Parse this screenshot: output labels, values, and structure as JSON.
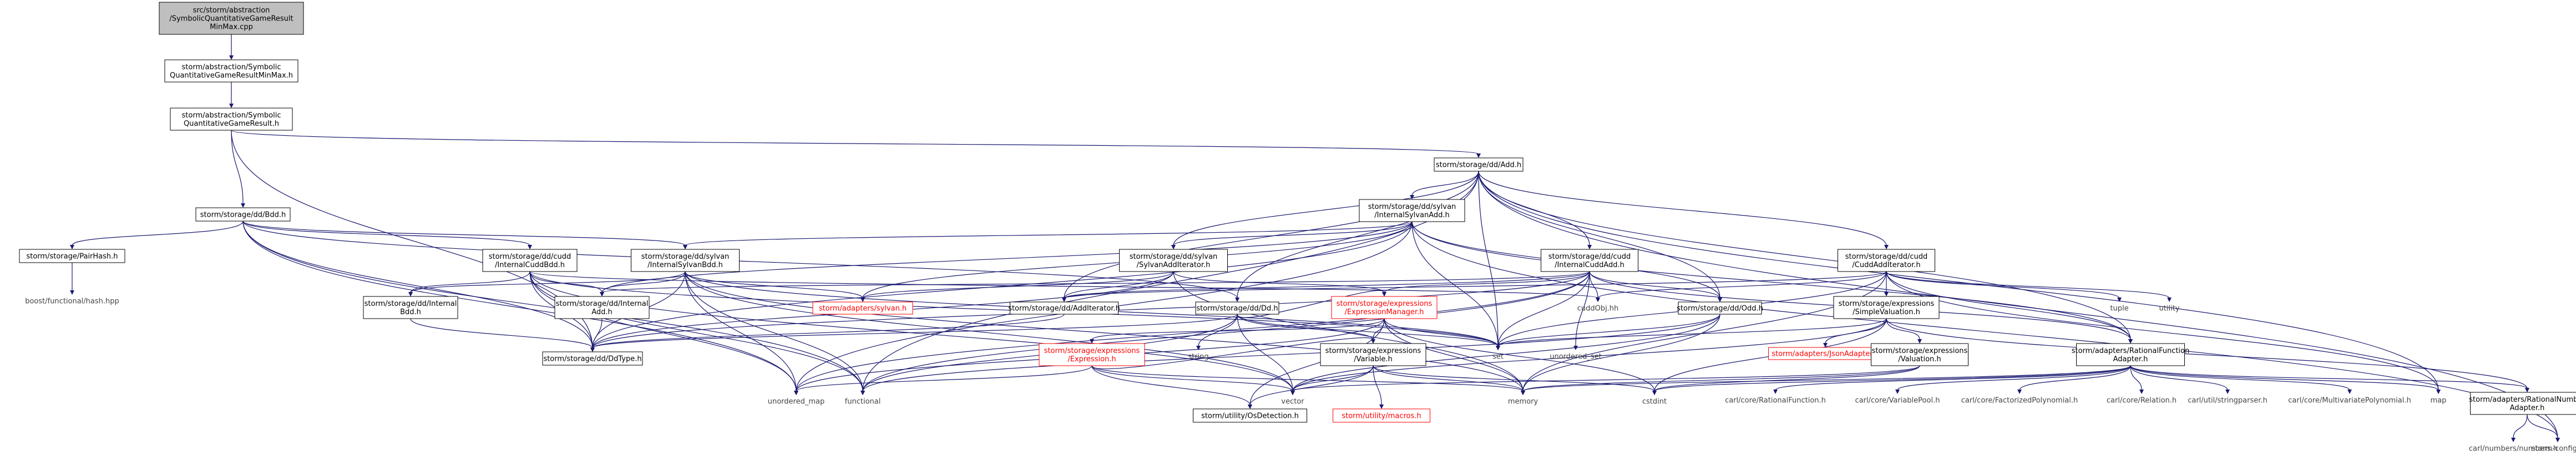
{
  "nodes": [
    {
      "id": "root",
      "kind": "root",
      "lines": [
        "src/storm/abstraction",
        "/SymbolicQuantitativeGameResult",
        "MinMax.cpp"
      ]
    },
    {
      "id": "minmaxh",
      "kind": "norm",
      "lines": [
        "storm/abstraction/Symbolic",
        "QuantitativeGameResultMinMax.h"
      ]
    },
    {
      "id": "qgrh",
      "kind": "norm",
      "lines": [
        "storm/abstraction/Symbolic",
        "QuantitativeGameResult.h"
      ]
    },
    {
      "id": "add",
      "kind": "norm",
      "lines": [
        "storm/storage/dd/Add.h"
      ]
    },
    {
      "id": "bdd",
      "kind": "norm",
      "lines": [
        "storm/storage/dd/Bdd.h"
      ]
    },
    {
      "id": "sylvanadd",
      "kind": "norm",
      "lines": [
        "storm/storage/dd/sylvan",
        "/InternalSylvanAdd.h"
      ]
    },
    {
      "id": "pairhash",
      "kind": "norm",
      "lines": [
        "storm/storage/PairHash.h"
      ]
    },
    {
      "id": "boosthash",
      "kind": "plain",
      "lines": [
        "boost/functional/hash.hpp"
      ]
    },
    {
      "id": "cuddbdd",
      "kind": "norm",
      "lines": [
        "storm/storage/dd/cudd",
        "/InternalCuddBdd.h"
      ]
    },
    {
      "id": "sylvanbdd",
      "kind": "norm",
      "lines": [
        "storm/storage/dd/sylvan",
        "/InternalSylvanBdd.h"
      ]
    },
    {
      "id": "sylvanaddit",
      "kind": "norm",
      "lines": [
        "storm/storage/dd/sylvan",
        "/SylvanAddIterator.h"
      ]
    },
    {
      "id": "cuddadd",
      "kind": "norm",
      "lines": [
        "storm/storage/dd/cudd",
        "/InternalCuddAdd.h"
      ]
    },
    {
      "id": "cuddaddit",
      "kind": "norm",
      "lines": [
        "storm/storage/dd/cudd",
        "/CuddAddIterator.h"
      ]
    },
    {
      "id": "internalbdd",
      "kind": "norm",
      "lines": [
        "storm/storage/dd/Internal",
        "Bdd.h"
      ]
    },
    {
      "id": "internaladd",
      "kind": "norm",
      "lines": [
        "storm/storage/dd/Internal",
        "Add.h"
      ]
    },
    {
      "id": "adapsylvan",
      "kind": "red",
      "lines": [
        "storm/adapters/sylvan.h"
      ]
    },
    {
      "id": "additer",
      "kind": "norm",
      "lines": [
        "storm/storage/dd/AddIterator.h"
      ]
    },
    {
      "id": "ddh",
      "kind": "norm",
      "lines": [
        "storm/storage/dd/Dd.h"
      ]
    },
    {
      "id": "exprmgr",
      "kind": "red",
      "lines": [
        "storm/storage/expressions",
        "/ExpressionManager.h"
      ]
    },
    {
      "id": "cuddobj",
      "kind": "plain",
      "lines": [
        "cuddObj.hh"
      ]
    },
    {
      "id": "odd",
      "kind": "norm",
      "lines": [
        "storm/storage/dd/Odd.h"
      ]
    },
    {
      "id": "simpleval",
      "kind": "norm",
      "lines": [
        "storm/storage/expressions",
        "/SimpleValuation.h"
      ]
    },
    {
      "id": "tuple",
      "kind": "plain",
      "lines": [
        "tuple"
      ]
    },
    {
      "id": "utility",
      "kind": "plain",
      "lines": [
        "utility"
      ]
    },
    {
      "id": "string",
      "kind": "plain",
      "lines": [
        "string"
      ]
    },
    {
      "id": "set",
      "kind": "plain",
      "lines": [
        "set"
      ]
    },
    {
      "id": "uset",
      "kind": "plain",
      "lines": [
        "unordered_set"
      ]
    },
    {
      "id": "jsonadapter",
      "kind": "red",
      "lines": [
        "storm/adapters/JsonAdapter.h"
      ]
    },
    {
      "id": "ddtype",
      "kind": "norm",
      "lines": [
        "storm/storage/dd/DdType.h"
      ]
    },
    {
      "id": "expression",
      "kind": "red",
      "lines": [
        "storm/storage/expressions",
        "/Expression.h"
      ]
    },
    {
      "id": "variable",
      "kind": "norm",
      "lines": [
        "storm/storage/expressions",
        "/Variable.h"
      ]
    },
    {
      "id": "valuation",
      "kind": "norm",
      "lines": [
        "storm/storage/expressions",
        "/Valuation.h"
      ]
    },
    {
      "id": "ratfunc",
      "kind": "norm",
      "lines": [
        "storm/adapters/RationalFunction",
        "Adapter.h"
      ]
    },
    {
      "id": "umap",
      "kind": "plain",
      "lines": [
        "unordered_map"
      ]
    },
    {
      "id": "functional",
      "kind": "plain",
      "lines": [
        "functional"
      ]
    },
    {
      "id": "vector",
      "kind": "plain",
      "lines": [
        "vector"
      ]
    },
    {
      "id": "memory",
      "kind": "plain",
      "lines": [
        "memory"
      ]
    },
    {
      "id": "cstdint",
      "kind": "plain",
      "lines": [
        "cstdint"
      ]
    },
    {
      "id": "osdetect",
      "kind": "norm",
      "lines": [
        "storm/utility/OsDetection.h"
      ]
    },
    {
      "id": "macros",
      "kind": "red",
      "lines": [
        "storm/utility/macros.h"
      ]
    },
    {
      "id": "cratfunc",
      "kind": "plain",
      "lines": [
        "carl/core/RationalFunction.h"
      ]
    },
    {
      "id": "cvarpool",
      "kind": "plain",
      "lines": [
        "carl/core/VariablePool.h"
      ]
    },
    {
      "id": "cfactpoly",
      "kind": "plain",
      "lines": [
        "carl/core/FactorizedPolynomial.h"
      ]
    },
    {
      "id": "crelation",
      "kind": "plain",
      "lines": [
        "carl/core/Relation.h"
      ]
    },
    {
      "id": "cstrparser",
      "kind": "plain",
      "lines": [
        "carl/util/stringparser.h"
      ]
    },
    {
      "id": "cmultipoly",
      "kind": "plain",
      "lines": [
        "carl/core/MultivariatePolynomial.h"
      ]
    },
    {
      "id": "map",
      "kind": "plain",
      "lines": [
        "map"
      ]
    },
    {
      "id": "ratnum",
      "kind": "norm",
      "lines": [
        "storm/adapters/RationalNumber",
        "Adapter.h"
      ]
    },
    {
      "id": "carlnum",
      "kind": "plain",
      "lines": [
        "carl/numbers/numbers.h"
      ]
    },
    {
      "id": "stormconfig",
      "kind": "plain",
      "lines": [
        "storm-config.h"
      ]
    }
  ],
  "edges": [
    [
      "root",
      "minmaxh"
    ],
    [
      "minmaxh",
      "qgrh"
    ],
    [
      "qgrh",
      "add"
    ],
    [
      "qgrh",
      "bdd"
    ],
    [
      "qgrh",
      "ddtype"
    ],
    [
      "add",
      "sylvanadd"
    ],
    [
      "add",
      "cuddadd"
    ],
    [
      "add",
      "cuddaddit"
    ],
    [
      "add",
      "sylvanaddit"
    ],
    [
      "add",
      "odd"
    ],
    [
      "add",
      "ddh"
    ],
    [
      "add",
      "ratfunc"
    ],
    [
      "add",
      "map"
    ],
    [
      "add",
      "stormconfig"
    ],
    [
      "add",
      "functional"
    ],
    [
      "add",
      "additer"
    ],
    [
      "add",
      "set"
    ],
    [
      "bdd",
      "pairhash"
    ],
    [
      "bdd",
      "cuddbdd"
    ],
    [
      "bdd",
      "sylvanbdd"
    ],
    [
      "bdd",
      "ddh"
    ],
    [
      "bdd",
      "ddtype"
    ],
    [
      "bdd",
      "functional"
    ],
    [
      "bdd",
      "umap"
    ],
    [
      "pairhash",
      "boosthash"
    ],
    [
      "sylvanadd",
      "sylvanbdd"
    ],
    [
      "sylvanadd",
      "sylvanaddit"
    ],
    [
      "sylvanadd",
      "internaladd"
    ],
    [
      "sylvanadd",
      "adapsylvan"
    ],
    [
      "sylvanadd",
      "odd"
    ],
    [
      "sylvanadd",
      "set"
    ],
    [
      "sylvanadd",
      "ddtype"
    ],
    [
      "sylvanadd",
      "umap"
    ],
    [
      "sylvanadd",
      "ratfunc"
    ],
    [
      "sylvanadd",
      "stormconfig"
    ],
    [
      "cuddbdd",
      "internalbdd"
    ],
    [
      "cuddbdd",
      "internaladd"
    ],
    [
      "cuddbdd",
      "cuddobj"
    ],
    [
      "cuddbdd",
      "ddtype"
    ],
    [
      "cuddbdd",
      "functional"
    ],
    [
      "cuddbdd",
      "umap"
    ],
    [
      "cuddbdd",
      "set"
    ],
    [
      "cuddbdd",
      "vector"
    ],
    [
      "sylvanbdd",
      "internalbdd"
    ],
    [
      "sylvanbdd",
      "internaladd"
    ],
    [
      "sylvanbdd",
      "adapsylvan"
    ],
    [
      "sylvanbdd",
      "ddtype"
    ],
    [
      "sylvanbdd",
      "functional"
    ],
    [
      "sylvanbdd",
      "umap"
    ],
    [
      "sylvanbdd",
      "set"
    ],
    [
      "sylvanbdd",
      "vector"
    ],
    [
      "sylvanbdd",
      "memory"
    ],
    [
      "sylvanaddit",
      "additer"
    ],
    [
      "sylvanaddit",
      "adapsylvan"
    ],
    [
      "sylvanaddit",
      "ddtype"
    ],
    [
      "sylvanaddit",
      "exprmgr"
    ],
    [
      "sylvanaddit",
      "memory"
    ],
    [
      "cuddadd",
      "internaladd"
    ],
    [
      "cuddadd",
      "cuddobj"
    ],
    [
      "cuddadd",
      "odd"
    ],
    [
      "cuddadd",
      "set"
    ],
    [
      "cuddadd",
      "exprmgr"
    ],
    [
      "cuddadd",
      "ddtype"
    ],
    [
      "cuddadd",
      "umap"
    ],
    [
      "cuddadd",
      "functional"
    ],
    [
      "cuddadd",
      "ratfunc"
    ],
    [
      "cuddadd",
      "uset"
    ],
    [
      "cuddadd",
      "additer"
    ],
    [
      "cuddaddit",
      "additer"
    ],
    [
      "cuddaddit",
      "cuddobj"
    ],
    [
      "cuddaddit",
      "simpleval"
    ],
    [
      "cuddaddit",
      "tuple"
    ],
    [
      "cuddaddit",
      "utility"
    ],
    [
      "cuddaddit",
      "set"
    ],
    [
      "cuddaddit",
      "memory"
    ],
    [
      "cuddaddit",
      "map"
    ],
    [
      "cuddaddit",
      "ratfunc"
    ],
    [
      "internalbdd",
      "ddtype"
    ],
    [
      "internaladd",
      "ddtype"
    ],
    [
      "additer",
      "ddtype"
    ],
    [
      "ddh",
      "ddtype"
    ],
    [
      "ddh",
      "exprmgr"
    ],
    [
      "ddh",
      "variable"
    ],
    [
      "ddh",
      "string"
    ],
    [
      "ddh",
      "set"
    ],
    [
      "ddh",
      "vector"
    ],
    [
      "ddh",
      "functional"
    ],
    [
      "exprmgr",
      "expression"
    ],
    [
      "exprmgr",
      "variable"
    ],
    [
      "exprmgr",
      "set"
    ],
    [
      "exprmgr",
      "umap"
    ],
    [
      "exprmgr",
      "memory"
    ],
    [
      "exprmgr",
      "cstdint"
    ],
    [
      "exprmgr",
      "osdetect"
    ],
    [
      "odd",
      "set"
    ],
    [
      "odd",
      "vector"
    ],
    [
      "odd",
      "memory"
    ],
    [
      "odd",
      "functional"
    ],
    [
      "simpleval",
      "jsonadapter"
    ],
    [
      "simpleval",
      "valuation"
    ],
    [
      "simpleval",
      "set"
    ],
    [
      "simpleval",
      "vector"
    ],
    [
      "simpleval",
      "cstdint"
    ],
    [
      "simpleval",
      "ratnum"
    ],
    [
      "expression",
      "variable"
    ],
    [
      "expression",
      "umap"
    ],
    [
      "expression",
      "vector"
    ],
    [
      "expression",
      "memory"
    ],
    [
      "expression",
      "osdetect"
    ],
    [
      "variable",
      "macros"
    ],
    [
      "variable",
      "memory"
    ],
    [
      "variable",
      "cstdint"
    ],
    [
      "variable",
      "osdetect"
    ],
    [
      "variable",
      "vector"
    ],
    [
      "valuation",
      "memory"
    ],
    [
      "valuation",
      "vector"
    ],
    [
      "valuation",
      "cstdint"
    ],
    [
      "ratfunc",
      "cratfunc"
    ],
    [
      "ratfunc",
      "cvarpool"
    ],
    [
      "ratfunc",
      "cfactpoly"
    ],
    [
      "ratfunc",
      "crelation"
    ],
    [
      "ratfunc",
      "cstrparser"
    ],
    [
      "ratfunc",
      "cmultipoly"
    ],
    [
      "ratfunc",
      "ratnum"
    ],
    [
      "ratfunc",
      "memory"
    ],
    [
      "ratfunc",
      "cstdint"
    ],
    [
      "ratfunc",
      "map"
    ],
    [
      "ratnum",
      "carlnum"
    ],
    [
      "ratnum",
      "stormconfig"
    ]
  ]
}
